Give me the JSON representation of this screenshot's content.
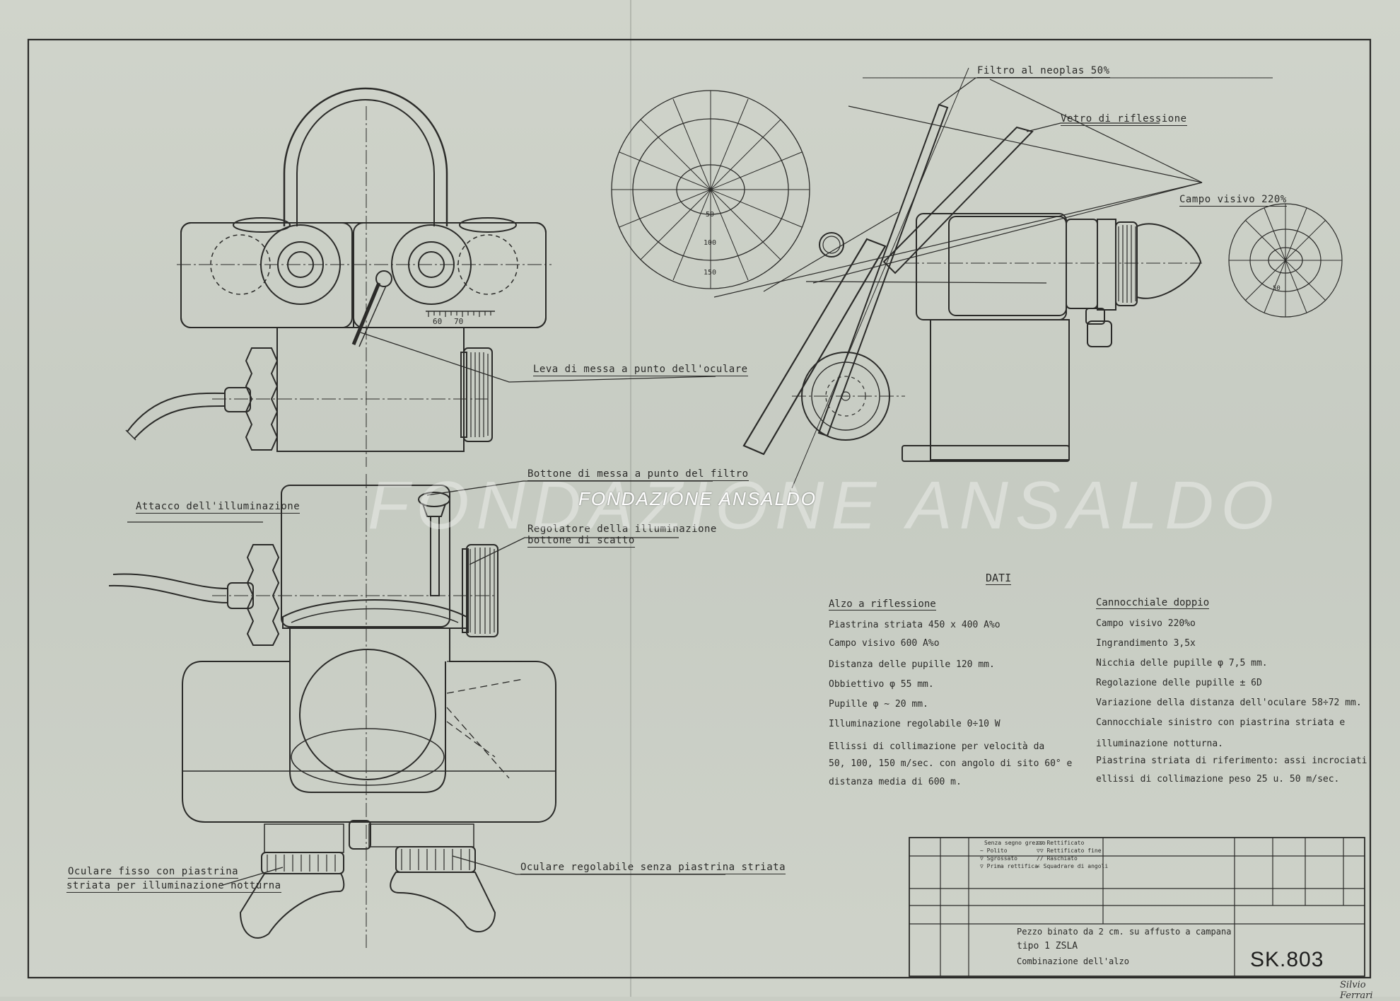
{
  "watermark": "FONDAZIONE ANSALDO",
  "labels": {
    "filtro": "Filtro al neoplas 50%",
    "vetro": "Vetro di riflessione",
    "campo": "Campo visivo 220%",
    "leva": "Leva di messa a punto dell'oculare",
    "bottone_filtro": "Bottone di messa a punto del filtro",
    "attacco": "Attacco dell'illuminazione",
    "regolatore_1": "Regolatore della illuminazione",
    "regolatore_2": "bottone di scatto",
    "oculare_fisso_1": "Oculare fisso con piastrina",
    "oculare_fisso_2": "striata per illuminazione notturna",
    "oculare_reg": "Oculare regolabile senza piastrina striata"
  },
  "scale_marks": {
    "a": "60",
    "b": "70"
  },
  "reticle_rings": [
    "50",
    "100",
    "150"
  ],
  "small_reticle_ring": "50",
  "dati": {
    "title": "DATI",
    "left_heading": "Alzo a riflessione",
    "left_lines": [
      "Piastrina striata 450 x 400 A%o",
      "Campo visivo 600 A%o",
      "Distanza delle pupille 120 mm.",
      "Obbiettivo φ 55 mm.",
      "Pupille φ ~ 20 mm.",
      "Illuminazione regolabile 0÷10 W",
      "Ellissi di collimazione per velocità da",
      "50, 100, 150 m/sec. con angolo di sito 60° e",
      "distanza media di 600 m."
    ],
    "right_heading": "Cannocchiale doppio",
    "right_lines": [
      "Campo visivo 220%o",
      "Ingrandimento 3,5x",
      "Nicchia delle pupille φ 7,5 mm.",
      "Regolazione delle pupille ± 6D",
      "Variazione della distanza dell'oculare 58÷72 mm.",
      "Cannocchiale sinistro con piastrina striata e",
      "illuminazione notturna.",
      "Piastrina striata di riferimento: assi incrociati",
      "ellissi di collimazione peso 25 u. 50 m/sec."
    ]
  },
  "legend": [
    "Senza segno grezzo",
    "~ Polito",
    "▽ Sgrossato",
    "▽ Prima rettifica",
    "▽▽ Rettificato",
    "▽▽ Rettificato fine",
    "// Raschiato",
    "∠ Squadrare di angoli"
  ],
  "title_block": {
    "line1": "Pezzo binato da 2 cm. su affusto a campana",
    "line2": "tipo 1 ZSLA",
    "line3": "Combinazione dell'alzo",
    "code": "SK.803"
  },
  "signature": "Silvio Ferrari"
}
